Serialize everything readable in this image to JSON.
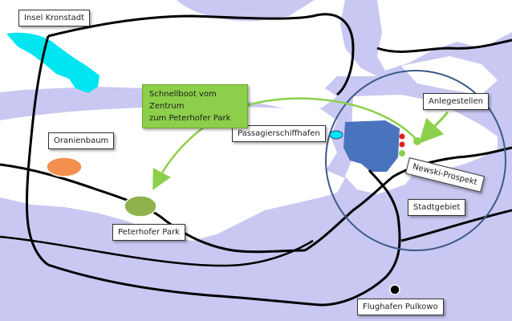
{
  "labels": {
    "insel_kronstadt": "Insel Kronstadt",
    "oranienbaum": "Oranienbaum",
    "peterhofer_park": "Peterhofer Park",
    "passagierschiffhafen": "Passagierschiffhafen",
    "anlegestellen": "Anlegestellen",
    "newski_prospekt": "Newski-Prospekt",
    "stadtgebiet": "Stadtgebiet",
    "flughafen_pulkowo": "Flughafen Pulkowo",
    "schnellboot_line1": "Schnellboot vom Zentrum",
    "schnellboot_line2": "zum Peterhofer Park"
  },
  "colors": {
    "water": "#c9c8f2",
    "land": "#ffffff",
    "lake": "#00e5f0",
    "harbor": "#4a73bd",
    "city_circle": "#3c5a86",
    "arrow": "#8ccf4a",
    "oranienbaum_marker": "#f4904f",
    "peterhof_marker": "#8fb14e",
    "road": "#000000"
  }
}
